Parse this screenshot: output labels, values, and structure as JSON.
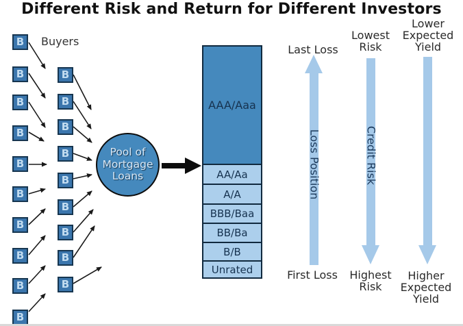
{
  "header": {
    "title": "Different Risk and Return for Different Investors"
  },
  "buyers": {
    "label": "Buyers",
    "box_letter": "B",
    "left_column_count": 10,
    "right_column_count": 9
  },
  "pool": {
    "label": "Pool of\nMortgage\nLoans"
  },
  "tranches": {
    "items": [
      {
        "label": "AAA/Aaa",
        "tier": "senior"
      },
      {
        "label": "AA/Aa",
        "tier": "junior"
      },
      {
        "label": "A/A",
        "tier": "junior"
      },
      {
        "label": "BBB/Baa",
        "tier": "junior"
      },
      {
        "label": "BB/Ba",
        "tier": "junior"
      },
      {
        "label": "B/B",
        "tier": "junior"
      },
      {
        "label": "Unrated",
        "tier": "junior"
      }
    ]
  },
  "axes": [
    {
      "id": "loss-position",
      "top_label": "Last Loss",
      "bottom_label": "First Loss",
      "shaft_label": "Loss Position",
      "direction": "up"
    },
    {
      "id": "credit-risk",
      "top_label": "Lowest\nRisk",
      "bottom_label": "Highest\nRisk",
      "shaft_label": "Credit Risk",
      "direction": "down"
    },
    {
      "id": "expected-yield",
      "top_label": "Lower\nExpected\nYield",
      "bottom_label": "Higher\nExpected\nYield",
      "shaft_label": "",
      "direction": "down"
    }
  ],
  "colors": {
    "buyer_box_fill": "#3b76ad",
    "buyer_box_border": "#16354f",
    "buyer_box_letter": "#c2dcf0",
    "pool_fill": "#4589bd",
    "senior_tranche_fill": "#4589bd",
    "junior_tranche_fill": "#accfec",
    "tranche_border": "#10293e",
    "tranche_text": "#16324f",
    "axis_arrow_fill": "#a5c9e9",
    "axis_shaft_text": "#1c3a5c",
    "connector_black": "#1a1a1a"
  }
}
